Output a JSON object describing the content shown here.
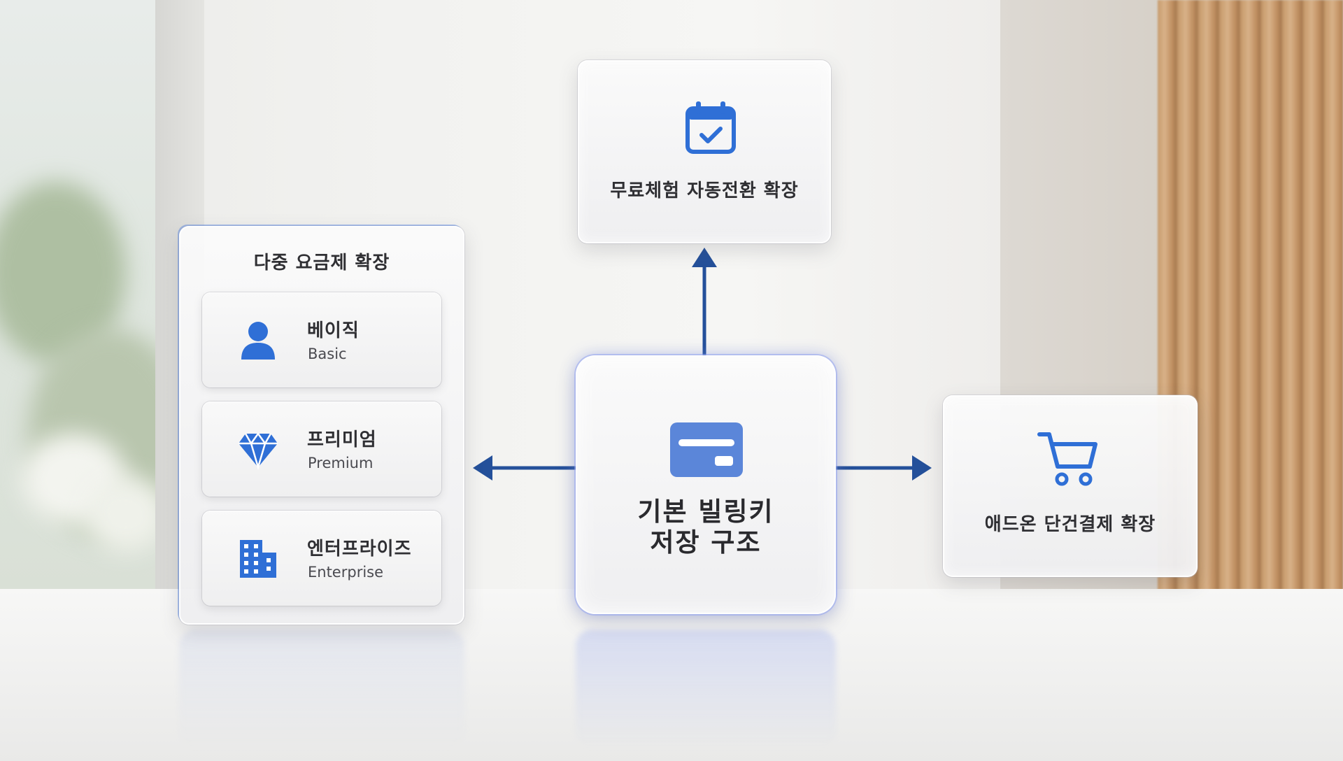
{
  "diagram": {
    "center": {
      "line1": "기본 빌링키",
      "line2": "저장 구조",
      "icon": "credit-card-icon"
    },
    "top": {
      "label": "무료체험 자동전환 확장",
      "icon": "calendar-check-icon"
    },
    "right": {
      "label": "애드온 단건결제 확장",
      "icon": "shopping-cart-icon"
    },
    "left": {
      "title": "다중 요금제 확장",
      "plans": [
        {
          "name": "베이직",
          "sub": "Basic",
          "icon": "user-icon"
        },
        {
          "name": "프리미엄",
          "sub": "Premium",
          "icon": "diamond-icon"
        },
        {
          "name": "엔터프라이즈",
          "sub": "Enterprise",
          "icon": "building-icon"
        }
      ]
    },
    "colors": {
      "accent": "#2f6fd6",
      "arrow": "#24509a",
      "card_icon": "#5b86d9"
    }
  }
}
